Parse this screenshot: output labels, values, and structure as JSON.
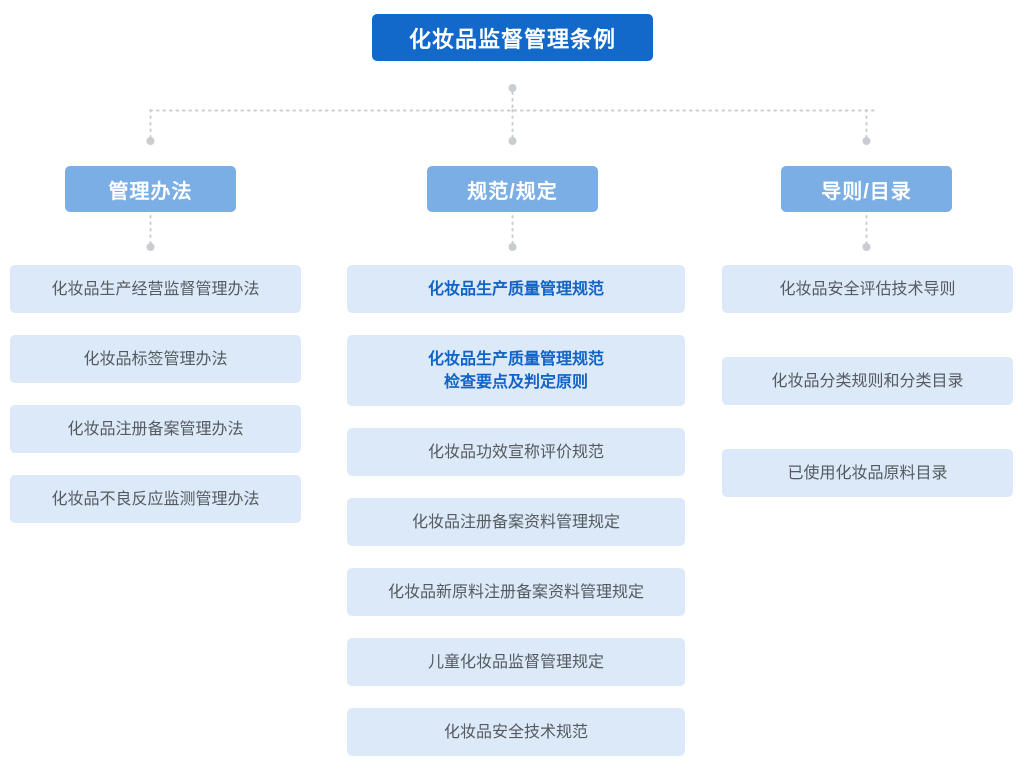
{
  "diagram": {
    "type": "tree",
    "title": "化妆品监督管理条例",
    "colors": {
      "root_box": "#1369C9",
      "category_box": "#7CAEE6",
      "item_box": "#DCE9F8",
      "item_text": "#555A5F",
      "highlight_text": "#1263C6",
      "connector": "#C9CCD0",
      "background": "#FFFFFF"
    },
    "categories": [
      {
        "label": "管理办法",
        "items": [
          {
            "lines": [
              "化妆品生产经营监督管理办法"
            ],
            "highlight": false
          },
          {
            "lines": [
              "化妆品标签管理办法"
            ],
            "highlight": false
          },
          {
            "lines": [
              "化妆品注册备案管理办法"
            ],
            "highlight": false
          },
          {
            "lines": [
              "化妆品不良反应监测管理办法"
            ],
            "highlight": false
          }
        ]
      },
      {
        "label": "规范/规定",
        "items": [
          {
            "lines": [
              "化妆品生产质量管理规范"
            ],
            "highlight": true
          },
          {
            "lines": [
              "化妆品生产质量管理规范",
              "检查要点及判定原则"
            ],
            "highlight": true
          },
          {
            "lines": [
              "化妆品功效宣称评价规范"
            ],
            "highlight": false
          },
          {
            "lines": [
              "化妆品注册备案资料管理规定"
            ],
            "highlight": false
          },
          {
            "lines": [
              "化妆品新原料注册备案资料管理规定"
            ],
            "highlight": false
          },
          {
            "lines": [
              "儿童化妆品监督管理规定"
            ],
            "highlight": false
          },
          {
            "lines": [
              "化妆品安全技术规范"
            ],
            "highlight": false
          }
        ]
      },
      {
        "label": "导则/目录",
        "items": [
          {
            "lines": [
              "化妆品安全评估技术导则"
            ],
            "highlight": false
          },
          {
            "lines": [
              "化妆品分类规则和分类目录"
            ],
            "highlight": false
          },
          {
            "lines": [
              "已使用化妆品原料目录"
            ],
            "highlight": false
          }
        ]
      }
    ]
  }
}
